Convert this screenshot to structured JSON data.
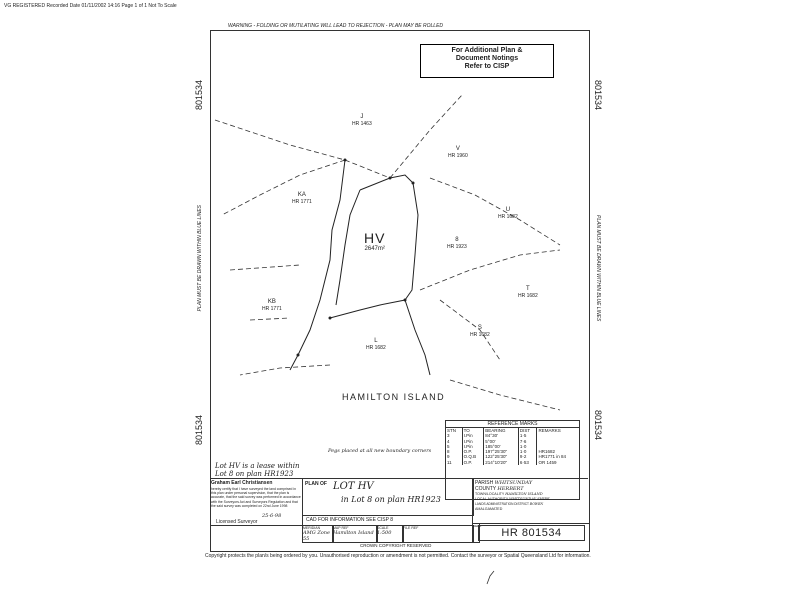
{
  "header": {
    "registered_stamp": "VG REGISTERED Recorded Date 01/11/2002 14:16 Page 1 of 1  Not To Scale",
    "warning": "WARNING   -   FOLDING OR MUTILATING WILL LEAD TO REJECTION   -   PLAN MAY BE ROLLED"
  },
  "note_box": {
    "line1": "For Additional Plan &",
    "line2": "Document Notings",
    "line3": "Refer to CISP"
  },
  "margins": {
    "number": "801534",
    "blue_lines_left": "PLAN MUST BE DRAWN WITHIN BLUE LINES",
    "blue_lines_right": "PLAN MUST BE DRAWN WITHIN BLUE LINES"
  },
  "lots": [
    {
      "name": "J",
      "sub": "HR 1463"
    },
    {
      "name": "V",
      "sub": "HR 1960"
    },
    {
      "name": "KA",
      "sub": "HR 1771"
    },
    {
      "name": "U",
      "sub": "HR 1682"
    },
    {
      "name": "8",
      "sub": "HR 1923"
    },
    {
      "name": "T",
      "sub": "HR 1682"
    },
    {
      "name": "KB",
      "sub": "HR 1771"
    },
    {
      "name": "S",
      "sub": "HR 1682"
    },
    {
      "name": "L",
      "sub": "HR 1682"
    }
  ],
  "main_lot": {
    "name": "HV",
    "area": "2647m²"
  },
  "island_label": "HAMILTON     ISLAND",
  "pegs_note": "Pegs placed at all new boundary corners",
  "lease_note": {
    "line1": "Lot HV is a lease within",
    "line2": "Lot 8 on plan HR1923"
  },
  "reference_marks": {
    "title": "REFERENCE MARKS",
    "headers": [
      "STN",
      "TO",
      "BEARING",
      "DIST",
      "REMARKS"
    ],
    "rows": [
      [
        "3",
        "I.Pin",
        "84°30'",
        "1·5",
        ""
      ],
      [
        "4",
        "I.Pin",
        "5°00'",
        "7·6",
        ""
      ],
      [
        "5",
        "I.Pin",
        "185°00'",
        "1·0",
        ""
      ],
      [
        "8",
        "O.P.",
        "197°25'30\"",
        "1·0",
        "HR1682"
      ],
      [
        "9",
        "O.Q.B",
        "122°25'30\"",
        "9·2",
        "HR1771 in 84"
      ],
      [
        "11",
        "O.P.",
        "214°10'20\"",
        "6·53",
        "OR 1459"
      ]
    ]
  },
  "title_block": {
    "surveyor": "Graham Earl  Christiansen",
    "cert_text": "hereby certify that I have surveyed the land comprised in this plan under personal supervision, that the plan is accurate, that the said survey was performed in accordance with the Surveyors Act and Surveyors Regulation and that the said survey was completed on  22nd June  1998",
    "date_signed": "25-6-98",
    "licensed": "Licensed Surveyor",
    "plan_of_label": "PLAN OF",
    "plan_of_value": "LOT HV",
    "plan_of_sub": "in Lot 8 on plan HR1923",
    "cad_label": "CAD FOR INFORMATION SEE CISP  8",
    "meridian_label": "MERIDIAN",
    "meridian_value": "AMG Zone 55",
    "map_label": "MAP REF",
    "map_value": "Hamilton Island",
    "scale_label": "SCALE",
    "scale_value": "1:500",
    "file_label": "FILE REF",
    "parish_label": "PARISH",
    "parish_value": "WHITSUNDAY",
    "county_label": "COUNTY",
    "county_value": "HERBERT",
    "township_label": "TOWN/LOCALITY",
    "township_value": "HAMILTON ISLAND",
    "local_label": "LOCAL AUTHORITY",
    "local_value": "WHITSUNDAY SHIRE",
    "lands_label": "LANDS ADMINISTRATION DISTRICT",
    "lands_value": "BOWEN",
    "amalgamated": "AMALGAMATED",
    "deed_label": "DEED",
    "hr_number": "HR  801534",
    "copyright": "CROWN COPYRIGHT RESERVED"
  },
  "footer": "Copyright protects the plan/s being ordered by you.  Unauthorised reproduction or amendment is not permitted.  Contact the surveyor or Spatial Queensland Ltd for information."
}
